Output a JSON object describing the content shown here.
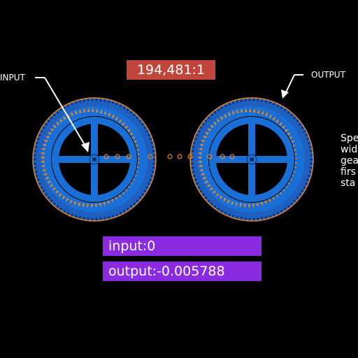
{
  "ratio_label": "194,481:1",
  "labels": {
    "input": "INPUT",
    "output": "OUTPUT"
  },
  "side_text": [
    "Spe",
    "wid",
    "gea",
    "firs",
    "sta"
  ],
  "readouts": {
    "input_label": "input:",
    "input_value": "0",
    "output_label": "output:",
    "output_value": "-0.005788"
  },
  "colors": {
    "background": "#000000",
    "gear_blue": "#1a6fd6",
    "gear_teeth": "#f08a1c",
    "rim_blue": "#1f5fbf",
    "ratio_badge": "#c0463b",
    "readout_bg": "#8a2be2",
    "text": "#ffffff"
  }
}
